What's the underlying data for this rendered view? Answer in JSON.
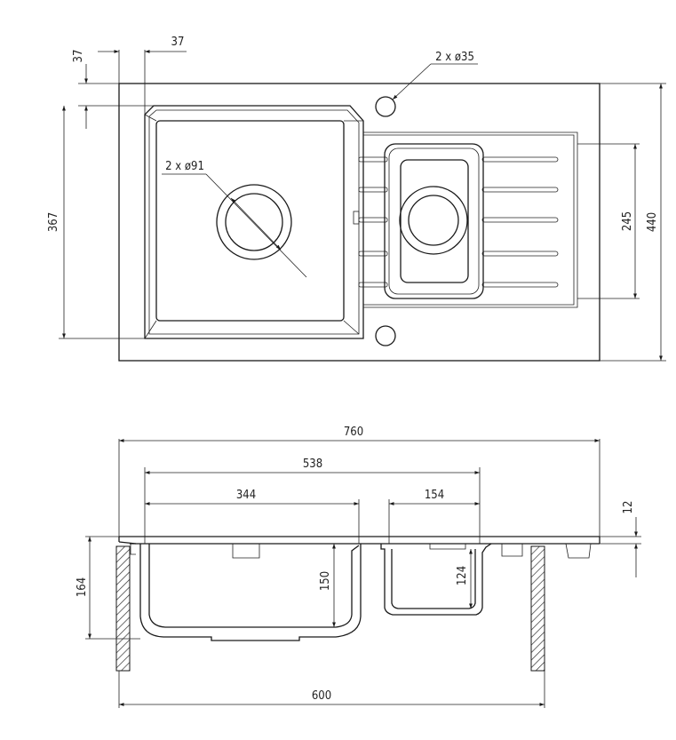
{
  "top_view": {
    "dim_left_offset": "37",
    "dim_top_offset": "37",
    "dim_taps": "2 x ø35",
    "dim_drain": "2 x ø91",
    "dim_bowl_depth": "367",
    "dim_small_bowl_depth": "245",
    "dim_overall_depth": "440"
  },
  "side_view": {
    "dim_overall_width": "760",
    "dim_bowls_span": "538",
    "dim_main_bowl_width": "344",
    "dim_small_bowl_width": "154",
    "dim_rim_thickness": "12",
    "dim_total_height": "164",
    "dim_main_bowl_height": "150",
    "dim_small_bowl_height": "124",
    "dim_cabinet_width": "600"
  }
}
